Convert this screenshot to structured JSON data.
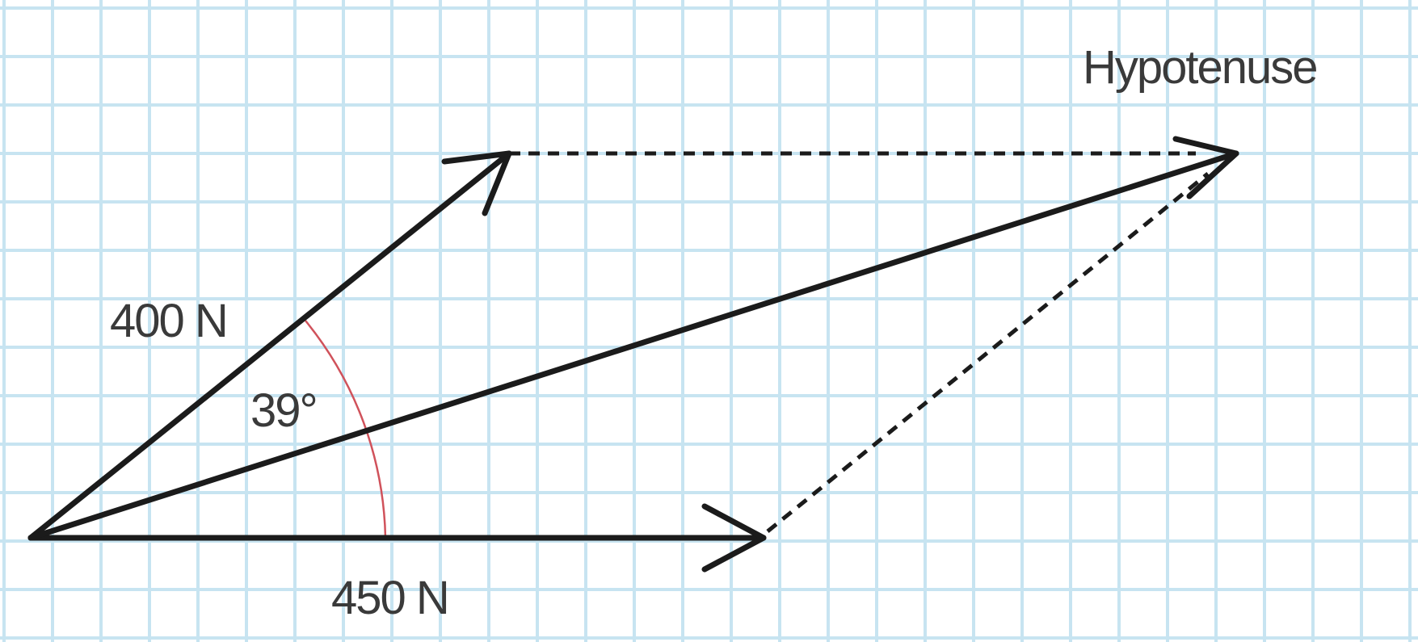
{
  "diagram": {
    "labels": {
      "hypotenuse": "Hypotenuse",
      "force_a": "400 N",
      "force_b": "450 N",
      "angle": "39°"
    },
    "colors": {
      "background": "#ffffff",
      "grid": "#c7e4f1",
      "vector": "#1b1b1b",
      "angle_arc": "#d0525b",
      "text": "#3a3a3a"
    }
  }
}
